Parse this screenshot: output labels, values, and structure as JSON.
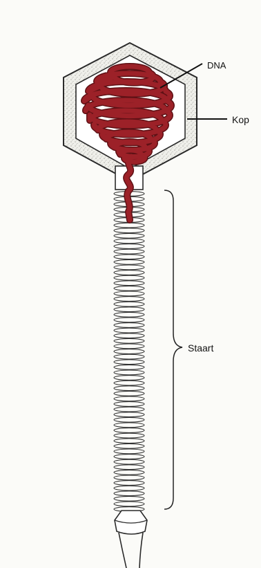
{
  "labels": {
    "dna": "DNA",
    "head": "Kop",
    "tail": "Staart"
  },
  "colors": {
    "background": "#fbfbf8",
    "dna": "#9c2128",
    "dna_edge": "#5e1115",
    "outline": "#2a2a2a",
    "capsid_fill": "#dcdcd6",
    "tail_coil": "#333333"
  },
  "icons": {
    "tail_brace": "right-curly-brace"
  }
}
